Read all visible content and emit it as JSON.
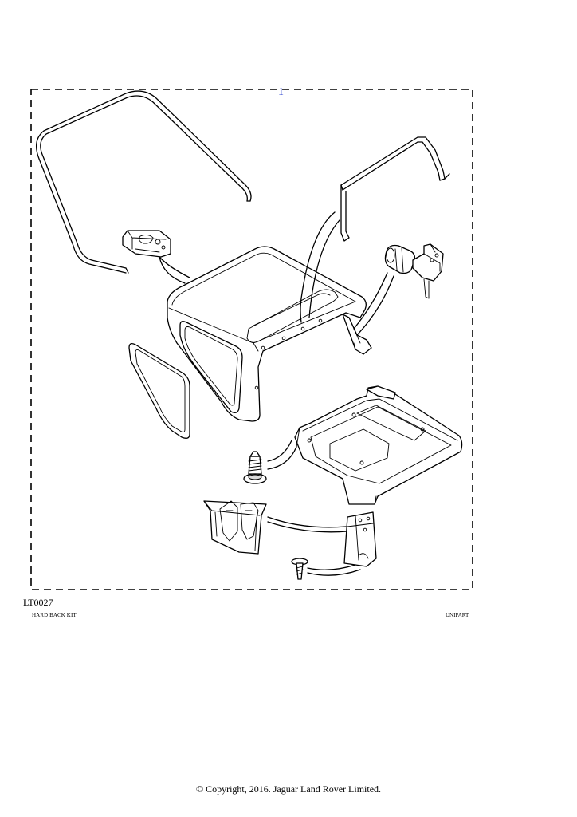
{
  "diagram": {
    "callout_number": "1",
    "figure_ref": "LT0027",
    "kit_name": "HARD BACK KIT",
    "supplier": "UNIPART",
    "copyright": "© Copyright, 2016. Jaguar Land Rover Limited."
  }
}
